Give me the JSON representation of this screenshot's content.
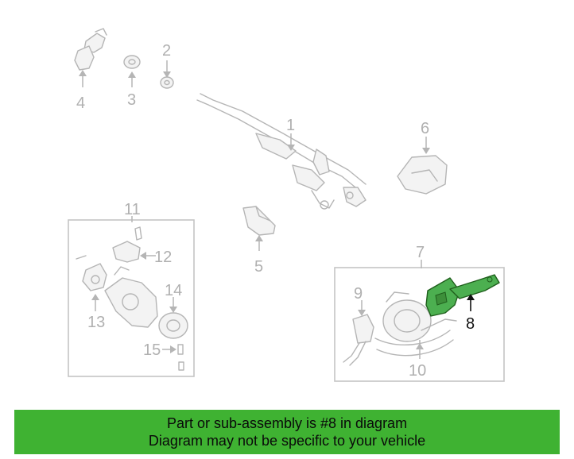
{
  "diagram": {
    "callouts": {
      "c1": "1",
      "c2": "2",
      "c3": "3",
      "c4": "4",
      "c5": "5",
      "c6": "6",
      "c7": "7",
      "c8": "8",
      "c9": "9",
      "c10": "10",
      "c11": "11",
      "c12": "12",
      "c13": "13",
      "c14": "14",
      "c15": "15"
    },
    "highlight_part": "8",
    "colors": {
      "highlight": "#4caf50",
      "line_art": "#b5b5b5",
      "banner": "#3fb232"
    }
  },
  "banner": {
    "line1": "Part or sub-assembly is #8 in diagram",
    "line2": "Diagram may not be specific to your vehicle"
  }
}
